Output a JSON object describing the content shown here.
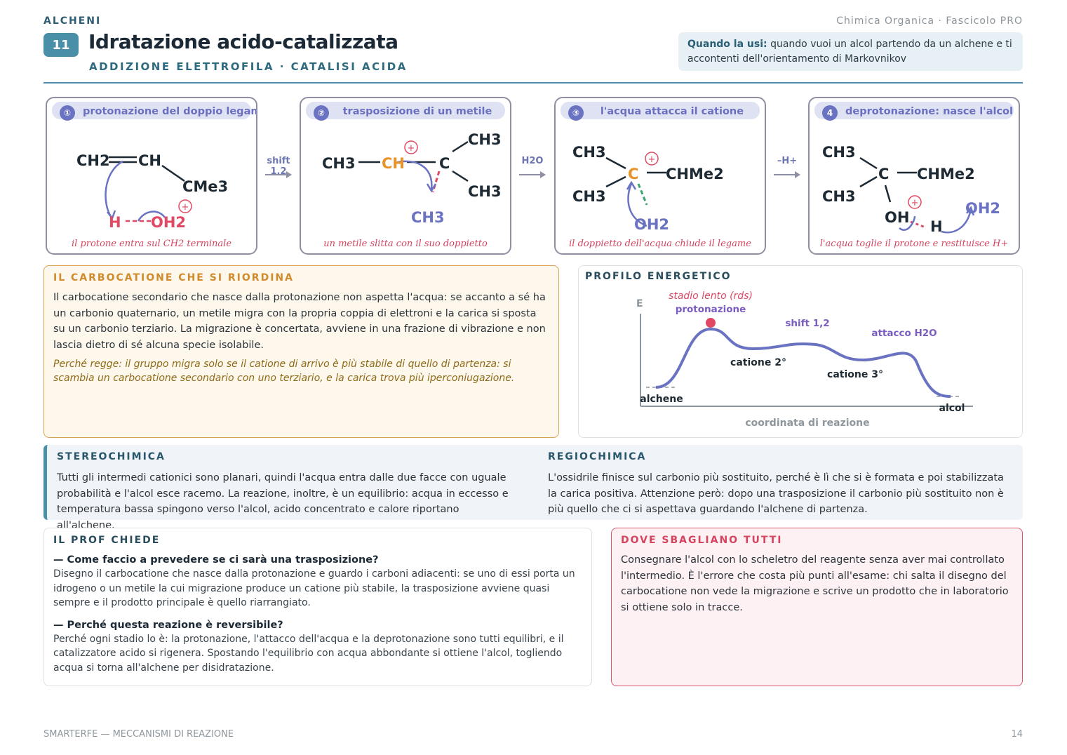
{
  "header": {
    "kicker": "ALCHENI",
    "series": "Chimica Organica · Fascicolo PRO",
    "number": "11",
    "title": "Idratazione acido-catalizzata",
    "subtitle": "ADDIZIONE ELETTROFILA · CATALISI ACIDA",
    "usage_label": "Quando la usi:",
    "usage_text": "quando vuoi un alcol partendo da un alchene e ti accontenti dell'orientamento di Markovnikov"
  },
  "steps": [
    {
      "icon": "①",
      "title": "protonazione del doppio legame",
      "caption": "il protone entra sul CH2 terminale",
      "labels": {
        "a": "CH2",
        "b": "CH",
        "c": "CMe3",
        "h": "H",
        "oh2": "OH2",
        "plus": "+"
      }
    },
    {
      "icon": "②",
      "title": "trasposizione di un metile",
      "caption": "un metile slitta con il suo doppietto",
      "labels": {
        "a": "CH3",
        "b": "CH",
        "c": "C",
        "d": "CH3",
        "e": "CH3",
        "f": "CH3",
        "plus": "+"
      }
    },
    {
      "icon": "③",
      "title": "l'acqua attacca il catione",
      "caption": "il doppietto dell'acqua chiude il legame",
      "labels": {
        "a": "CH3",
        "b": "CH3",
        "c": "C",
        "d": "CHMe2",
        "e": "OH2",
        "plus": "+"
      }
    },
    {
      "icon": "4",
      "title": "deprotonazione: nasce l'alcol",
      "caption": "l'acqua toglie il protone e restituisce H+",
      "labels": {
        "a": "CH3",
        "b": "CH3",
        "c": "C",
        "d": "CHMe2",
        "e": "OH",
        "f": "H",
        "g": "OH2",
        "plus": "+"
      }
    }
  ],
  "arrows": [
    "shift 1,2",
    "H2O",
    "–H+"
  ],
  "carbocation": {
    "heading": "IL CARBOCATIONE CHE SI RIORDINA",
    "text": "Il carbocatione secondario che nasce dalla protonazione non aspetta l'acqua: se accanto a sé ha un carbonio quaternario, un metile migra con la propria coppia di elettroni e la carica si sposta su un carbonio terziario. La migrazione è concertata, avviene in una frazione di vibrazione e non lascia dietro di sé alcuna specie isolabile.",
    "why": "Perché regge: il gruppo migra solo se il catione di arrivo è più stabile di quello di partenza: si scambia un carbocatione secondario con uno terziario, e la carica trova più iperconiugazione."
  },
  "energy": {
    "heading": "PROFILO ENERGETICO",
    "y_axis": "E",
    "x_axis": "coordinata di reazione",
    "rds_note": "stadio lento (rds)",
    "peak_labels": [
      "protonazione",
      "shift 1,2",
      "attacco H2O"
    ],
    "well_labels": [
      "alchene",
      "catione 2°",
      "catione 3°",
      "alcol"
    ],
    "accent": "#6a73c2",
    "rds_color": "#e04863"
  },
  "stereo": {
    "heading": "STEREOCHIMICA",
    "text": "Tutti gli intermedi cationici sono planari, quindi l'acqua entra dalle due facce con uguale probabilità e l'alcol esce racemo. La reazione, inoltre, è un equilibrio: acqua in eccesso e temperatura bassa spingono verso l'alcol, acido concentrato e calore riportano all'alchene."
  },
  "regio": {
    "heading": "REGIOCHIMICA",
    "text": "L'ossidrile finisce sul carbonio più sostituito, perché è lì che si è formata e poi stabilizzata la carica positiva. Attenzione però: dopo una trasposizione il carbonio più sostituito non è più quello che ci si aspettava guardando l'alchene di partenza."
  },
  "prof": {
    "heading": "IL PROF CHIEDE",
    "items": [
      {
        "q": "— Come faccio a prevedere se ci sarà una trasposizione?",
        "a": "Disegno il carbocatione che nasce dalla protonazione e guardo i carboni adiacenti: se uno di essi porta un idrogeno o un metile la cui migrazione produce un catione più stabile, la trasposizione avviene quasi sempre e il prodotto principale è quello riarrangiato."
      },
      {
        "q": "— Perché questa reazione è reversibile?",
        "a": "Perché ogni stadio lo è: la protonazione, l'attacco dell'acqua e la deprotonazione sono tutti equilibri, e il catalizzatore acido si rigenera. Spostando l'equilibrio con acqua abbondante si ottiene l'alcol, togliendo acqua si torna all'alchene per disidratazione."
      }
    ]
  },
  "mistakes": {
    "heading": "DOVE SBAGLIANO TUTTI",
    "text": "Consegnare l'alcol con lo scheletro del reagente senza aver mai controllato l'intermedio. È l'errore che costa più punti all'esame: chi salta il disegno del carbocatione non vede la migrazione e scrive un prodotto che in laboratorio si ottiene solo in tracce."
  },
  "footer": {
    "left": "SMARTERFE — MECCANISMI DI REAZIONE",
    "page": "14"
  }
}
